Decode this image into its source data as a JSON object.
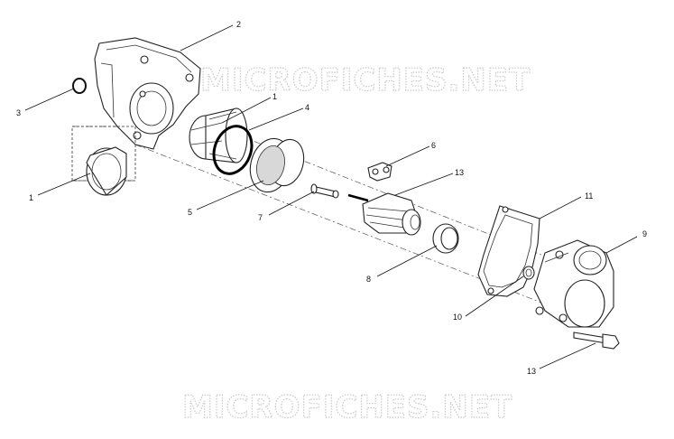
{
  "watermark": {
    "text_top": "MICROFICHES.NET",
    "text_bottom": "MICROFICHES.NET"
  },
  "callouts": {
    "c1_top": "1",
    "c1_left": "1",
    "c2": "2",
    "c3": "3",
    "c4": "4",
    "c5": "5",
    "c6": "6",
    "c7": "7",
    "c8": "8",
    "c9": "9",
    "c10": "10",
    "c11": "11",
    "c13_top": "13",
    "c13_bottom": "13"
  }
}
